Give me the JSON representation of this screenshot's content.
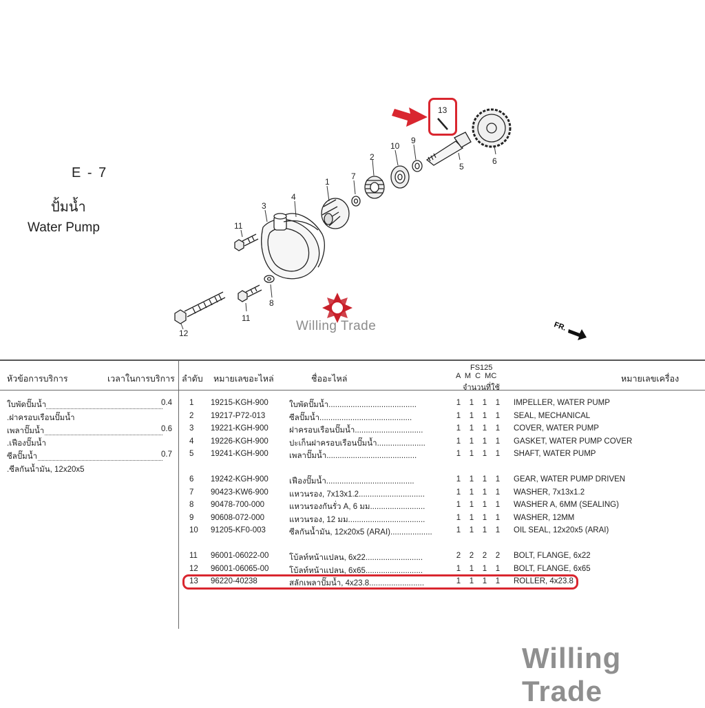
{
  "section": {
    "code": "E - 7",
    "title_th": "ปั้มน้ำ",
    "title_en": "Water Pump"
  },
  "watermark": {
    "small": "Willing Trade",
    "large": "Willing Trade"
  },
  "diagram": {
    "callouts": [
      "1",
      "2",
      "3",
      "4",
      "5",
      "6",
      "7",
      "8",
      "9",
      "10",
      "11",
      "11",
      "12",
      "13"
    ],
    "direction_label": "FR."
  },
  "table_header": {
    "service_topic": "หัวข้อการบริการ",
    "service_time": "เวลาในการบริการ",
    "seq": "ลำดับ",
    "part_no": "หมายเลขอะไหล่",
    "part_name": "ชื่ออะไหล่",
    "model": "FS125",
    "variants": "A  M  C  MC",
    "qty_label": "จำนวนที่ใช้",
    "engine_no": "หมายเลขเครื่อง"
  },
  "service_items": [
    {
      "name": "ใบพัดปั๊มน้ำ",
      "time": "0.4"
    },
    {
      "name": ".ฝาครอบเรือนปั๊มน้ำ",
      "time": ""
    },
    {
      "name": "เพลาปั๊มน้ำ",
      "time": "0.6"
    },
    {
      "name": ".เฟืองปั๊มน้ำ",
      "time": ""
    },
    {
      "name": "ซีลปั๊มน้ำ",
      "time": "0.7"
    },
    {
      "name": ".ซีลกันน้ำมัน, 12x20x5",
      "time": ""
    }
  ],
  "parts": [
    {
      "no": "1",
      "part_no": "19215-KGH-900",
      "name_th": "ใบพัดปั๊มน้ำ........................................",
      "qty": [
        "1",
        "1",
        "1",
        "1"
      ],
      "desc_en": "IMPELLER, WATER PUMP"
    },
    {
      "no": "2",
      "part_no": "19217-P72-013",
      "name_th": "ซีลปั๊มน้ำ..........................................",
      "qty": [
        "1",
        "1",
        "1",
        "1"
      ],
      "desc_en": "SEAL, MECHANICAL"
    },
    {
      "no": "3",
      "part_no": "19221-KGH-900",
      "name_th": "ฝาครอบเรือนปั๊มน้ำ...............................",
      "qty": [
        "1",
        "1",
        "1",
        "1"
      ],
      "desc_en": "COVER, WATER PUMP"
    },
    {
      "no": "4",
      "part_no": "19226-KGH-900",
      "name_th": "ปะเก็นฝาครอบเรือนปั๊มน้ำ......................",
      "qty": [
        "1",
        "1",
        "1",
        "1"
      ],
      "desc_en": "GASKET, WATER PUMP COVER"
    },
    {
      "no": "5",
      "part_no": "19241-KGH-900",
      "name_th": "เพลาปั๊มน้ำ.........................................",
      "qty": [
        "1",
        "1",
        "1",
        "1"
      ],
      "desc_en": "SHAFT, WATER PUMP"
    },
    {
      "no": "6",
      "part_no": "19242-KGH-900",
      "name_th": "เฟืองปั๊มน้ำ........................................",
      "qty": [
        "1",
        "1",
        "1",
        "1"
      ],
      "desc_en": "GEAR, WATER PUMP DRIVEN"
    },
    {
      "no": "7",
      "part_no": "90423-KW6-900",
      "name_th": "แหวนรอง, 7x13x1.2..............................",
      "qty": [
        "1",
        "1",
        "1",
        "1"
      ],
      "desc_en": "WASHER, 7x13x1.2"
    },
    {
      "no": "8",
      "part_no": "90478-700-000",
      "name_th": "แหวนรองกันรั่ว A, 6 มม.........................",
      "qty": [
        "1",
        "1",
        "1",
        "1"
      ],
      "desc_en": "WASHER A, 6MM (SEALING)"
    },
    {
      "no": "9",
      "part_no": "90608-072-000",
      "name_th": "แหวนรอง, 12 มม...................................",
      "qty": [
        "1",
        "1",
        "1",
        "1"
      ],
      "desc_en": "WASHER, 12MM"
    },
    {
      "no": "10",
      "part_no": "91205-KF0-003",
      "name_th": "ซีลกันน้ำมัน, 12x20x5 (ARAI)...................",
      "qty": [
        "1",
        "1",
        "1",
        "1"
      ],
      "desc_en": "OIL SEAL, 12x20x5 (ARAI)"
    },
    {
      "no": "11",
      "part_no": "96001-06022-00",
      "name_th": "โบ้ลท์หน้าแปลน, 6x22..........................",
      "qty": [
        "2",
        "2",
        "2",
        "2"
      ],
      "desc_en": "BOLT, FLANGE, 6x22"
    },
    {
      "no": "12",
      "part_no": "96001-06065-00",
      "name_th": "โบ้ลท์หน้าแปลน, 6x65..........................",
      "qty": [
        "1",
        "1",
        "1",
        "1"
      ],
      "desc_en": "BOLT, FLANGE, 6x65"
    },
    {
      "no": "13",
      "part_no": "96220-40238",
      "name_th": "สลักเพลาปั๊มน้ำ, 4x23.8.........................",
      "qty": [
        "1",
        "1",
        "1",
        "1"
      ],
      "desc_en": "ROLLER, 4x23.8"
    }
  ],
  "colors": {
    "highlight": "#d9262f",
    "logo": "#c8202a"
  }
}
